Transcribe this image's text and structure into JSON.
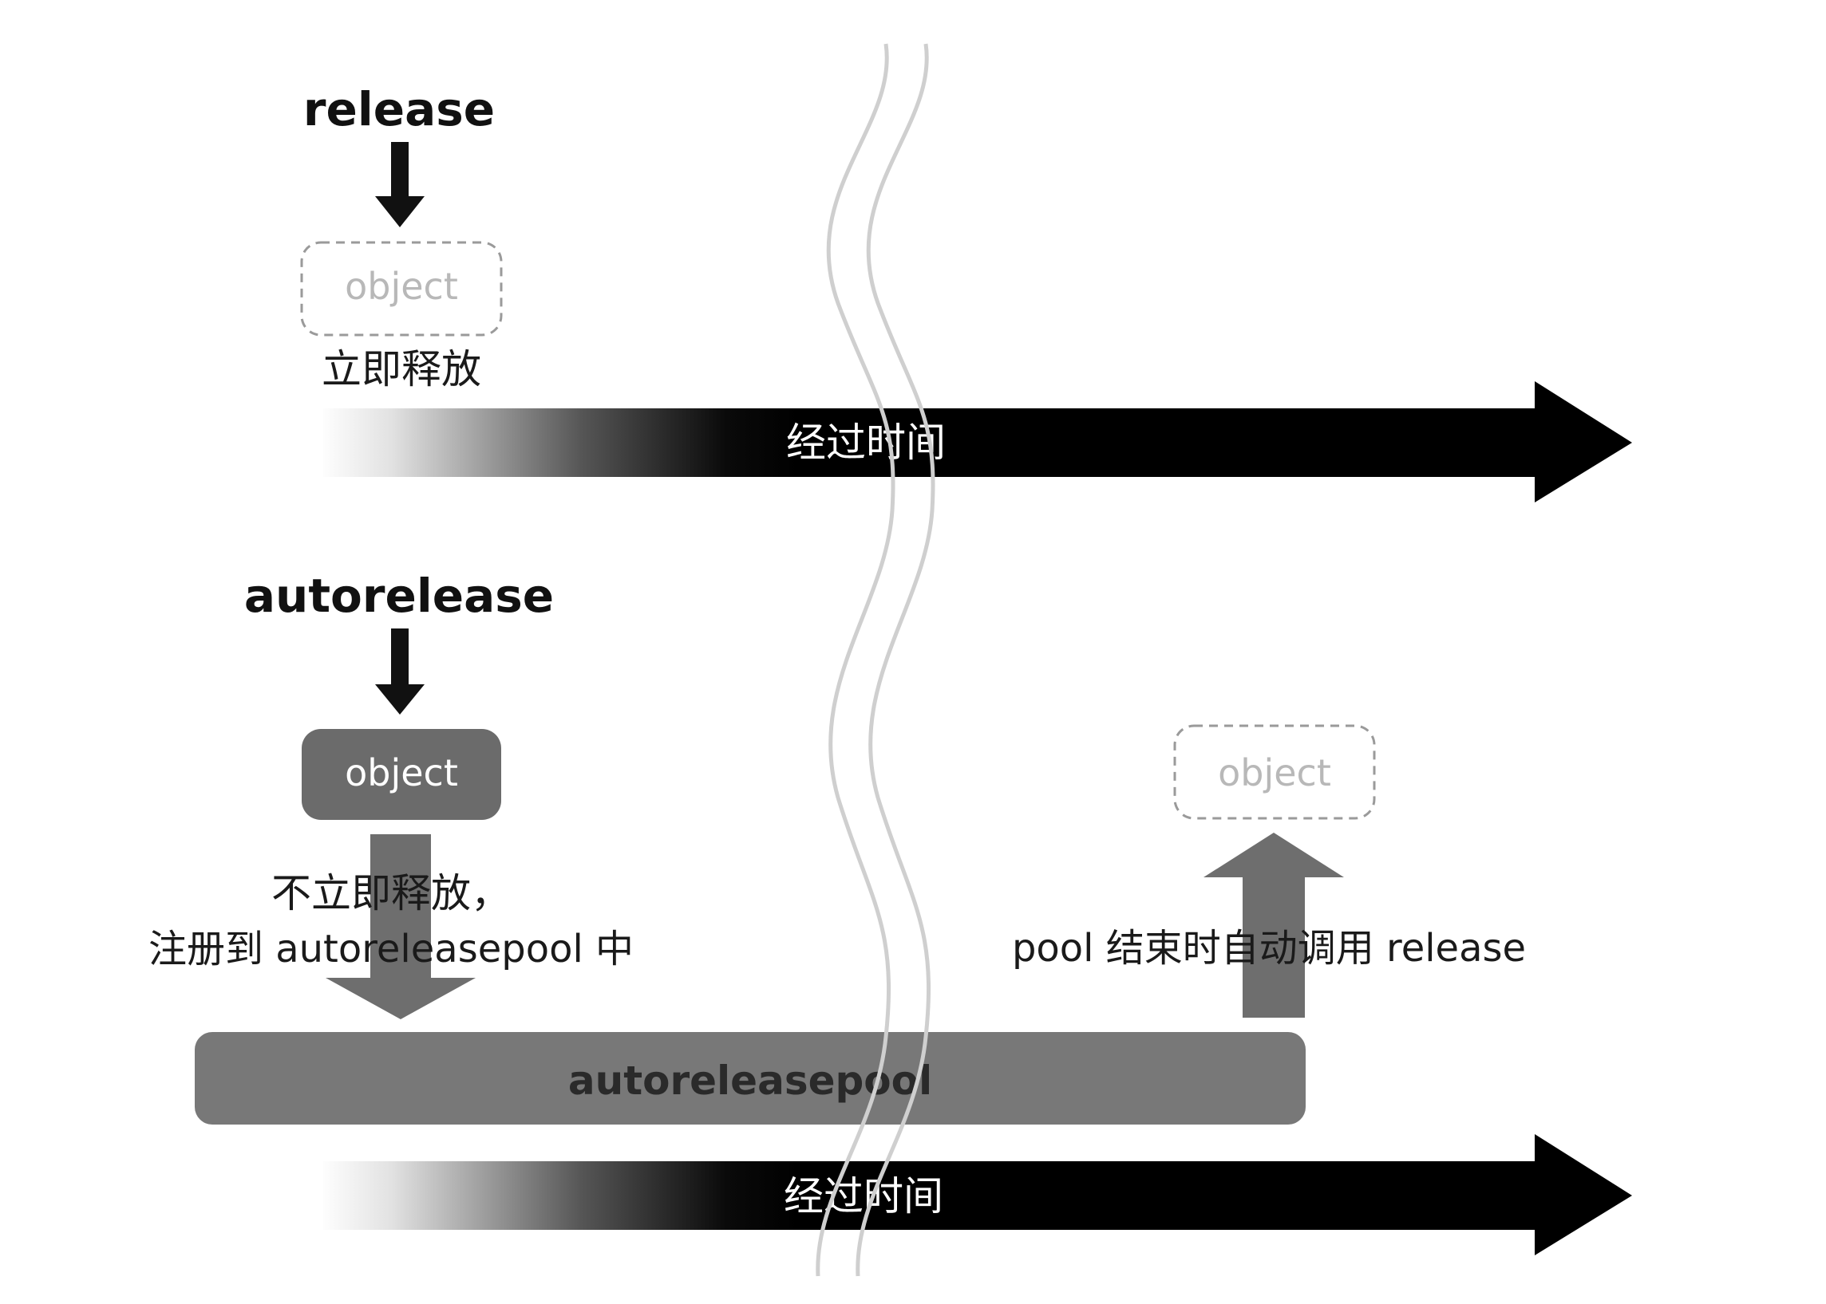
{
  "top": {
    "action_label": "release",
    "object_label": "object",
    "caption": "立即释放",
    "timeline_label": "经过时间"
  },
  "bottom": {
    "action_label": "autorelease",
    "object_label": "object",
    "caption_line1": "不立即释放，",
    "caption_line2": "注册到 autoreleasepool 中",
    "pool_label": "autoreleasepool",
    "released_object_label": "object",
    "release_caption": "pool 结束时自动调用 release",
    "timeline_label": "经过时间"
  },
  "colors": {
    "arrow_dark": "#111111",
    "object_fill": "#6b6b6b",
    "pool_fill": "#787878",
    "wide_arrow_fill": "#6e6e6e",
    "dashed_border": "#9a9a9a",
    "time_break_line": "#cfcfcf"
  }
}
